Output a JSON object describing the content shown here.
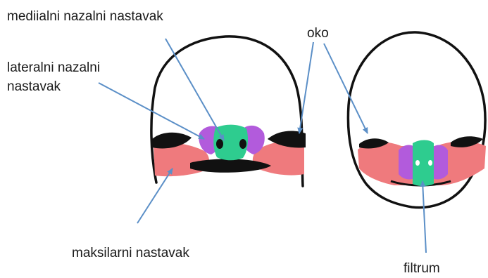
{
  "labels": {
    "medial_nasal": "mediialni nazalni nastavak",
    "lateral_nasal": "lateralni nazalni\nnastavak",
    "eye": "oko",
    "maxillary": "maksilarni nastavak",
    "philtrum": "filtrum"
  },
  "colors": {
    "outline": "#111111",
    "medial_nasal": "#2ecc8f",
    "lateral_nasal": "#b25bdc",
    "maxillary": "#ef7a7d",
    "arrow": "#5b8fc7"
  }
}
